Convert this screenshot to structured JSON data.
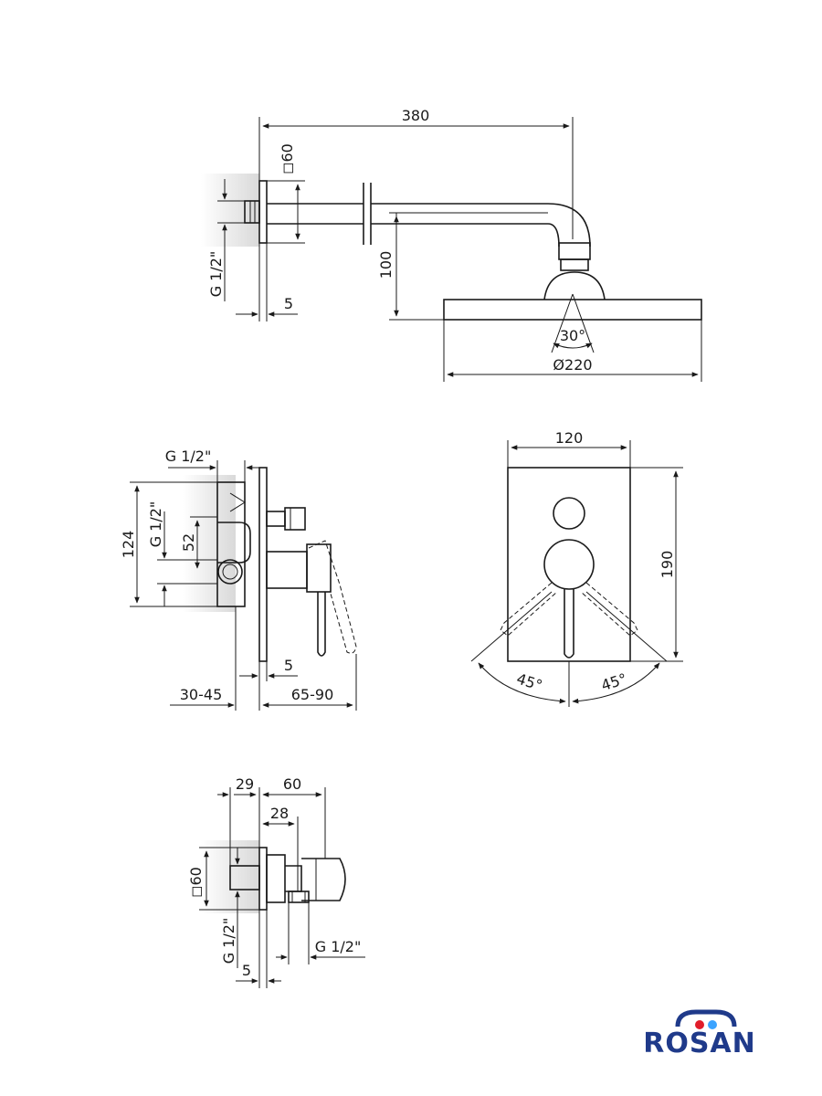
{
  "top_view": {
    "dim_380": "380",
    "dim_sq60": "◻60",
    "dim_g12": "G 1/2\"",
    "dim_5": "5",
    "dim_100": "100",
    "dim_30": "30°",
    "dim_220": "Ø220"
  },
  "mixer_side": {
    "dim_g12_top": "G 1/2\"",
    "dim_124": "124",
    "dim_g12_left": "G 1/2\"",
    "dim_52": "52",
    "dim_5": "5",
    "dim_3045": "30-45",
    "dim_6590": "65-90"
  },
  "mixer_front": {
    "dim_120": "120",
    "dim_190": "190",
    "dim_45_left": "45°",
    "dim_45_right": "45°"
  },
  "outlet_view": {
    "dim_29": "29",
    "dim_60": "60",
    "dim_28": "28",
    "dim_sq60": "◻60",
    "dim_g12_left": "G 1/2\"",
    "dim_g12_right": "G 1/2\"",
    "dim_5": "5"
  },
  "brand": {
    "logo": "ROSAN",
    "colors": {
      "text": "#1f3a8a",
      "red": "#e11d2a",
      "blue": "#3ba3ff"
    }
  }
}
